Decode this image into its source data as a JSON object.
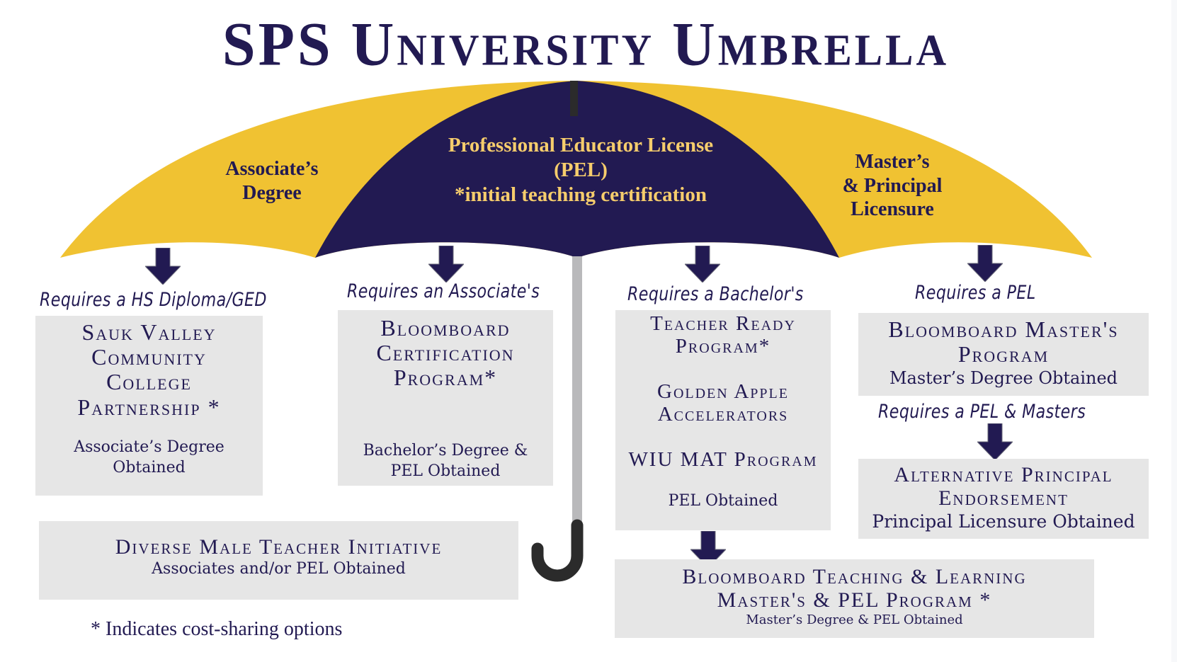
{
  "title": "SPS University Umbrella",
  "colors": {
    "navy": "#221a52",
    "gold": "#f0c232",
    "gold_text": "#f6cd6c",
    "box_bg": "#e6e6e6",
    "shaft": "#b9b9bb",
    "handle": "#2b2b2b"
  },
  "canopy": {
    "left_panel": {
      "lines": [
        "Associate’s",
        "Degree"
      ]
    },
    "center_panel": {
      "lines": [
        "Professional Educator License",
        "(PEL)",
        "*initial teaching certification"
      ]
    },
    "right_panel": {
      "lines": [
        "Master’s",
        "& Principal",
        "Licensure"
      ]
    }
  },
  "columns": [
    {
      "requirement": "Requires a HS Diploma/GED",
      "box": {
        "title_lines": [
          "Sauk Valley",
          "Community",
          "College",
          "Partnership *"
        ],
        "outcome_lines": [
          "Associate’s Degree",
          "Obtained"
        ]
      }
    },
    {
      "requirement": "Requires an Associate's",
      "box": {
        "title_lines": [
          "Bloomboard",
          "Certification",
          "Program*"
        ],
        "outcome_lines": [
          "Bachelor’s Degree &",
          "PEL Obtained"
        ]
      }
    },
    {
      "requirement": "Requires a Bachelor's",
      "box": {
        "programs": [
          "Teacher Ready",
          "Program*",
          "Golden Apple",
          "Accelerators",
          "WIU MAT Program"
        ],
        "outcome_lines": [
          "PEL Obtained"
        ]
      }
    },
    {
      "requirement": "Requires a PEL",
      "box": {
        "title_lines": [
          "Bloomboard Master's",
          "Program"
        ],
        "outcome_lines": [
          "Master’s Degree Obtained"
        ]
      }
    }
  ],
  "principal": {
    "requirement": "Requires a PEL & Masters",
    "title_lines": [
      "Alternative Principal",
      "Endorsement"
    ],
    "outcome": "Principal Licensure Obtained"
  },
  "diverse": {
    "title": "Diverse Male Teacher Initiative",
    "outcome": "Associates and/or PEL Obtained"
  },
  "teaching_learning": {
    "title_lines": [
      "Bloomboard Teaching & Learning",
      "Master's & PEL Program *"
    ],
    "outcome": "Master’s Degree & PEL Obtained"
  },
  "footnote": "* Indicates cost-sharing options"
}
